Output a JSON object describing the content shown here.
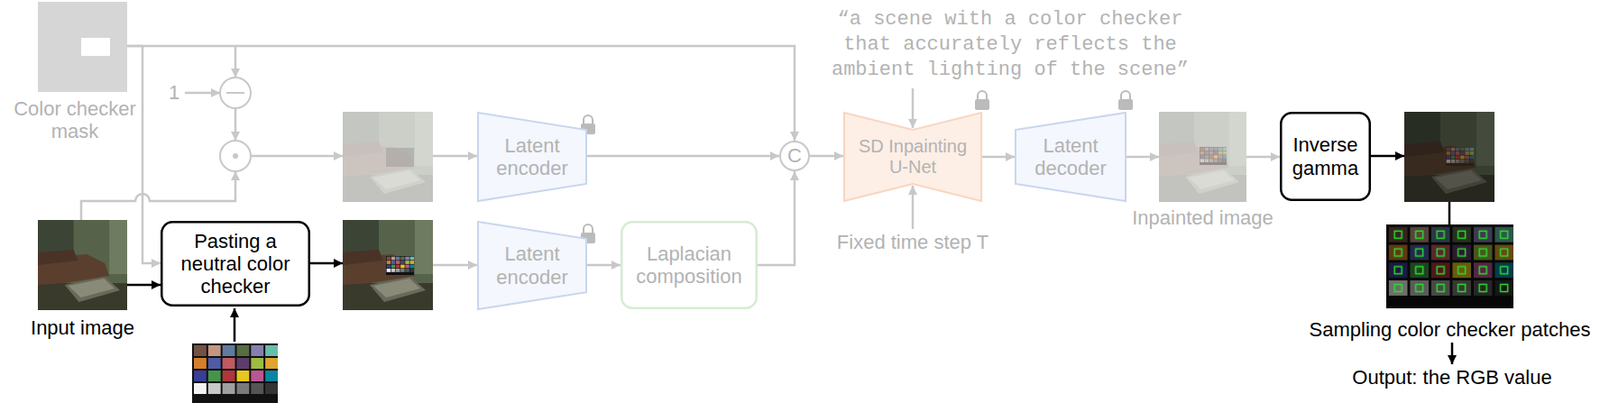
{
  "diagram": {
    "nodes": [
      {
        "text": [
          "Color checker mask"
        ]
      },
      {
        "text": [
          "Input image"
        ]
      },
      {
        "text": [
          "Pasting a neutral color checker"
        ]
      },
      {
        "text": [
          "Latent encoder"
        ]
      },
      {
        "text": [
          "Latent encoder"
        ]
      },
      {
        "text": [
          "Laplacian composition"
        ]
      },
      {
        "text": [
          "C"
        ]
      },
      {
        "text": [
          "SD Inpainting U-Net"
        ]
      },
      {
        "text": [
          "Latent decoder"
        ]
      },
      {
        "text": [
          "Inpainted image"
        ]
      },
      {
        "text": [
          "Inverse gamma"
        ]
      },
      {
        "text": [
          "Sampling color checker patches"
        ]
      }
    ],
    "edges": [
      {
        "from": 1,
        "to": 2,
        "arrow": "to"
      },
      {
        "from": 0,
        "to": 2,
        "arrow": "to"
      },
      {
        "from": 0,
        "to": 6,
        "arrow": "to"
      },
      {
        "from": 3,
        "to": 6,
        "arrow": "to"
      },
      {
        "from": 4,
        "to": 5,
        "arrow": "to"
      },
      {
        "from": 5,
        "to": 6,
        "arrow": "to"
      },
      {
        "from": 6,
        "to": 7,
        "arrow": "to"
      },
      {
        "from": 7,
        "to": 8,
        "arrow": "to"
      },
      {
        "from": 8,
        "to": 9,
        "arrow": "to"
      },
      {
        "from": 9,
        "to": 10,
        "arrow": "to"
      }
    ],
    "labels": [
      "1",
      "“a scene with a color checker that accurately reflects the ambient lighting of the scene”",
      "Fixed time step T",
      "Output: the RGB value"
    ]
  }
}
